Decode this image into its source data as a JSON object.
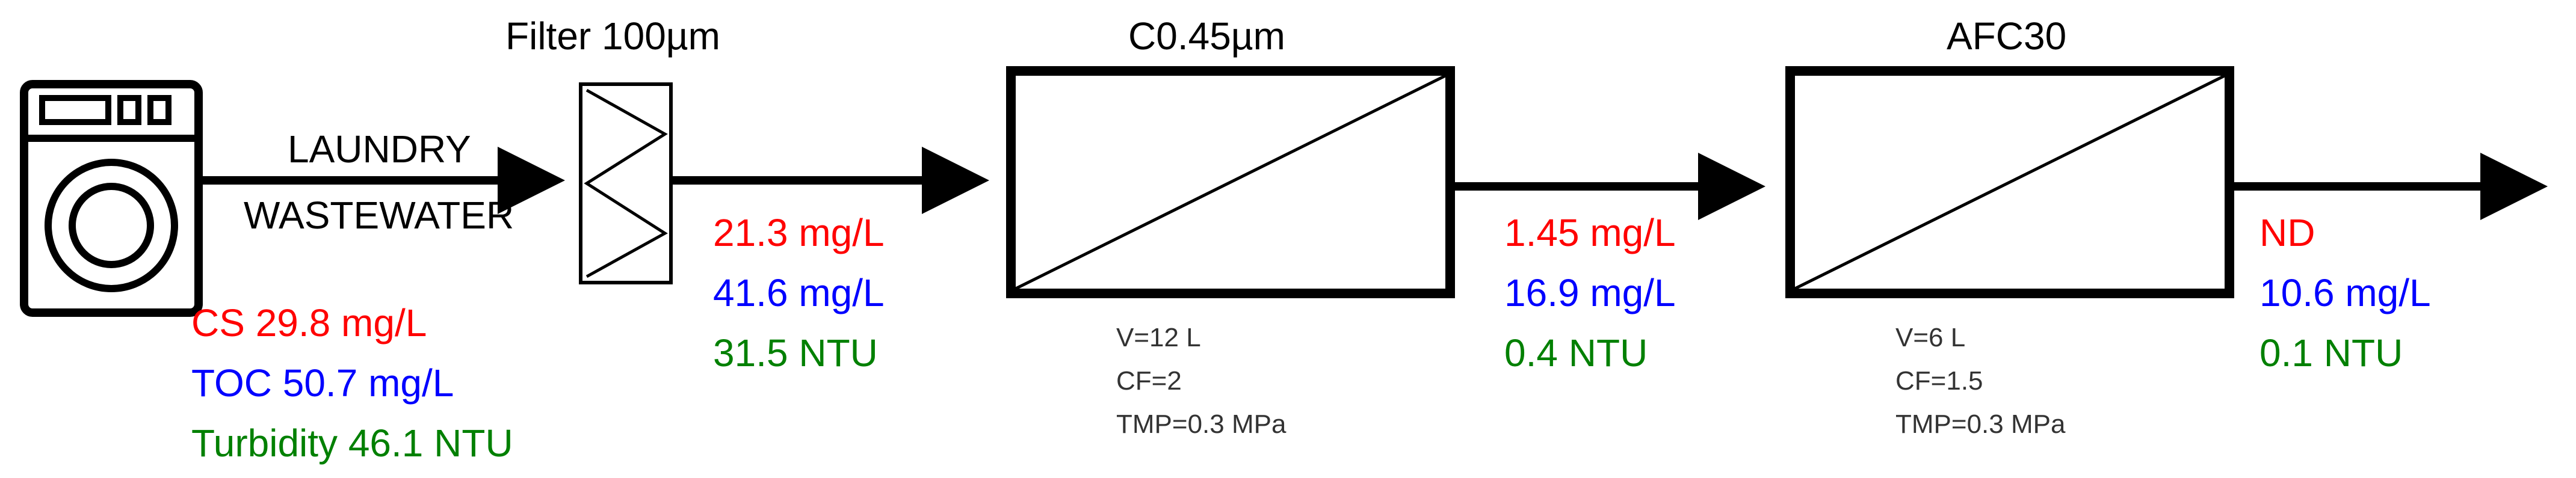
{
  "labels": {
    "filter": "Filter 100µm",
    "membrane1": "C0.45µm",
    "membrane2": "AFC30",
    "source_line1": "LAUNDRY",
    "source_line2": "WASTEWATER"
  },
  "stream0": {
    "cs": "CS 29.8 mg/L",
    "toc": "TOC 50.7 mg/L",
    "turbidity": "Turbidity 46.1 NTU"
  },
  "stream1": {
    "cs": "21.3 mg/L",
    "toc": "41.6 mg/L",
    "turbidity": "31.5 NTU"
  },
  "stream2": {
    "cs": "1.45 mg/L",
    "toc": "16.9 mg/L",
    "turbidity": "0.4 NTU"
  },
  "stream3": {
    "cs": "ND",
    "toc": "10.6 mg/L",
    "turbidity": "0.1 NTU"
  },
  "membrane1_conditions": {
    "volume": "V=12 L",
    "cf": "CF=2",
    "tmp": "TMP=0.3 MPa"
  },
  "membrane2_conditions": {
    "volume": "V=6 L",
    "cf": "CF=1.5",
    "tmp": "TMP=0.3 MPa"
  },
  "colors": {
    "cs": "#ff0000",
    "toc": "#0000ff",
    "turbidity": "#008000",
    "line": "#000000"
  }
}
